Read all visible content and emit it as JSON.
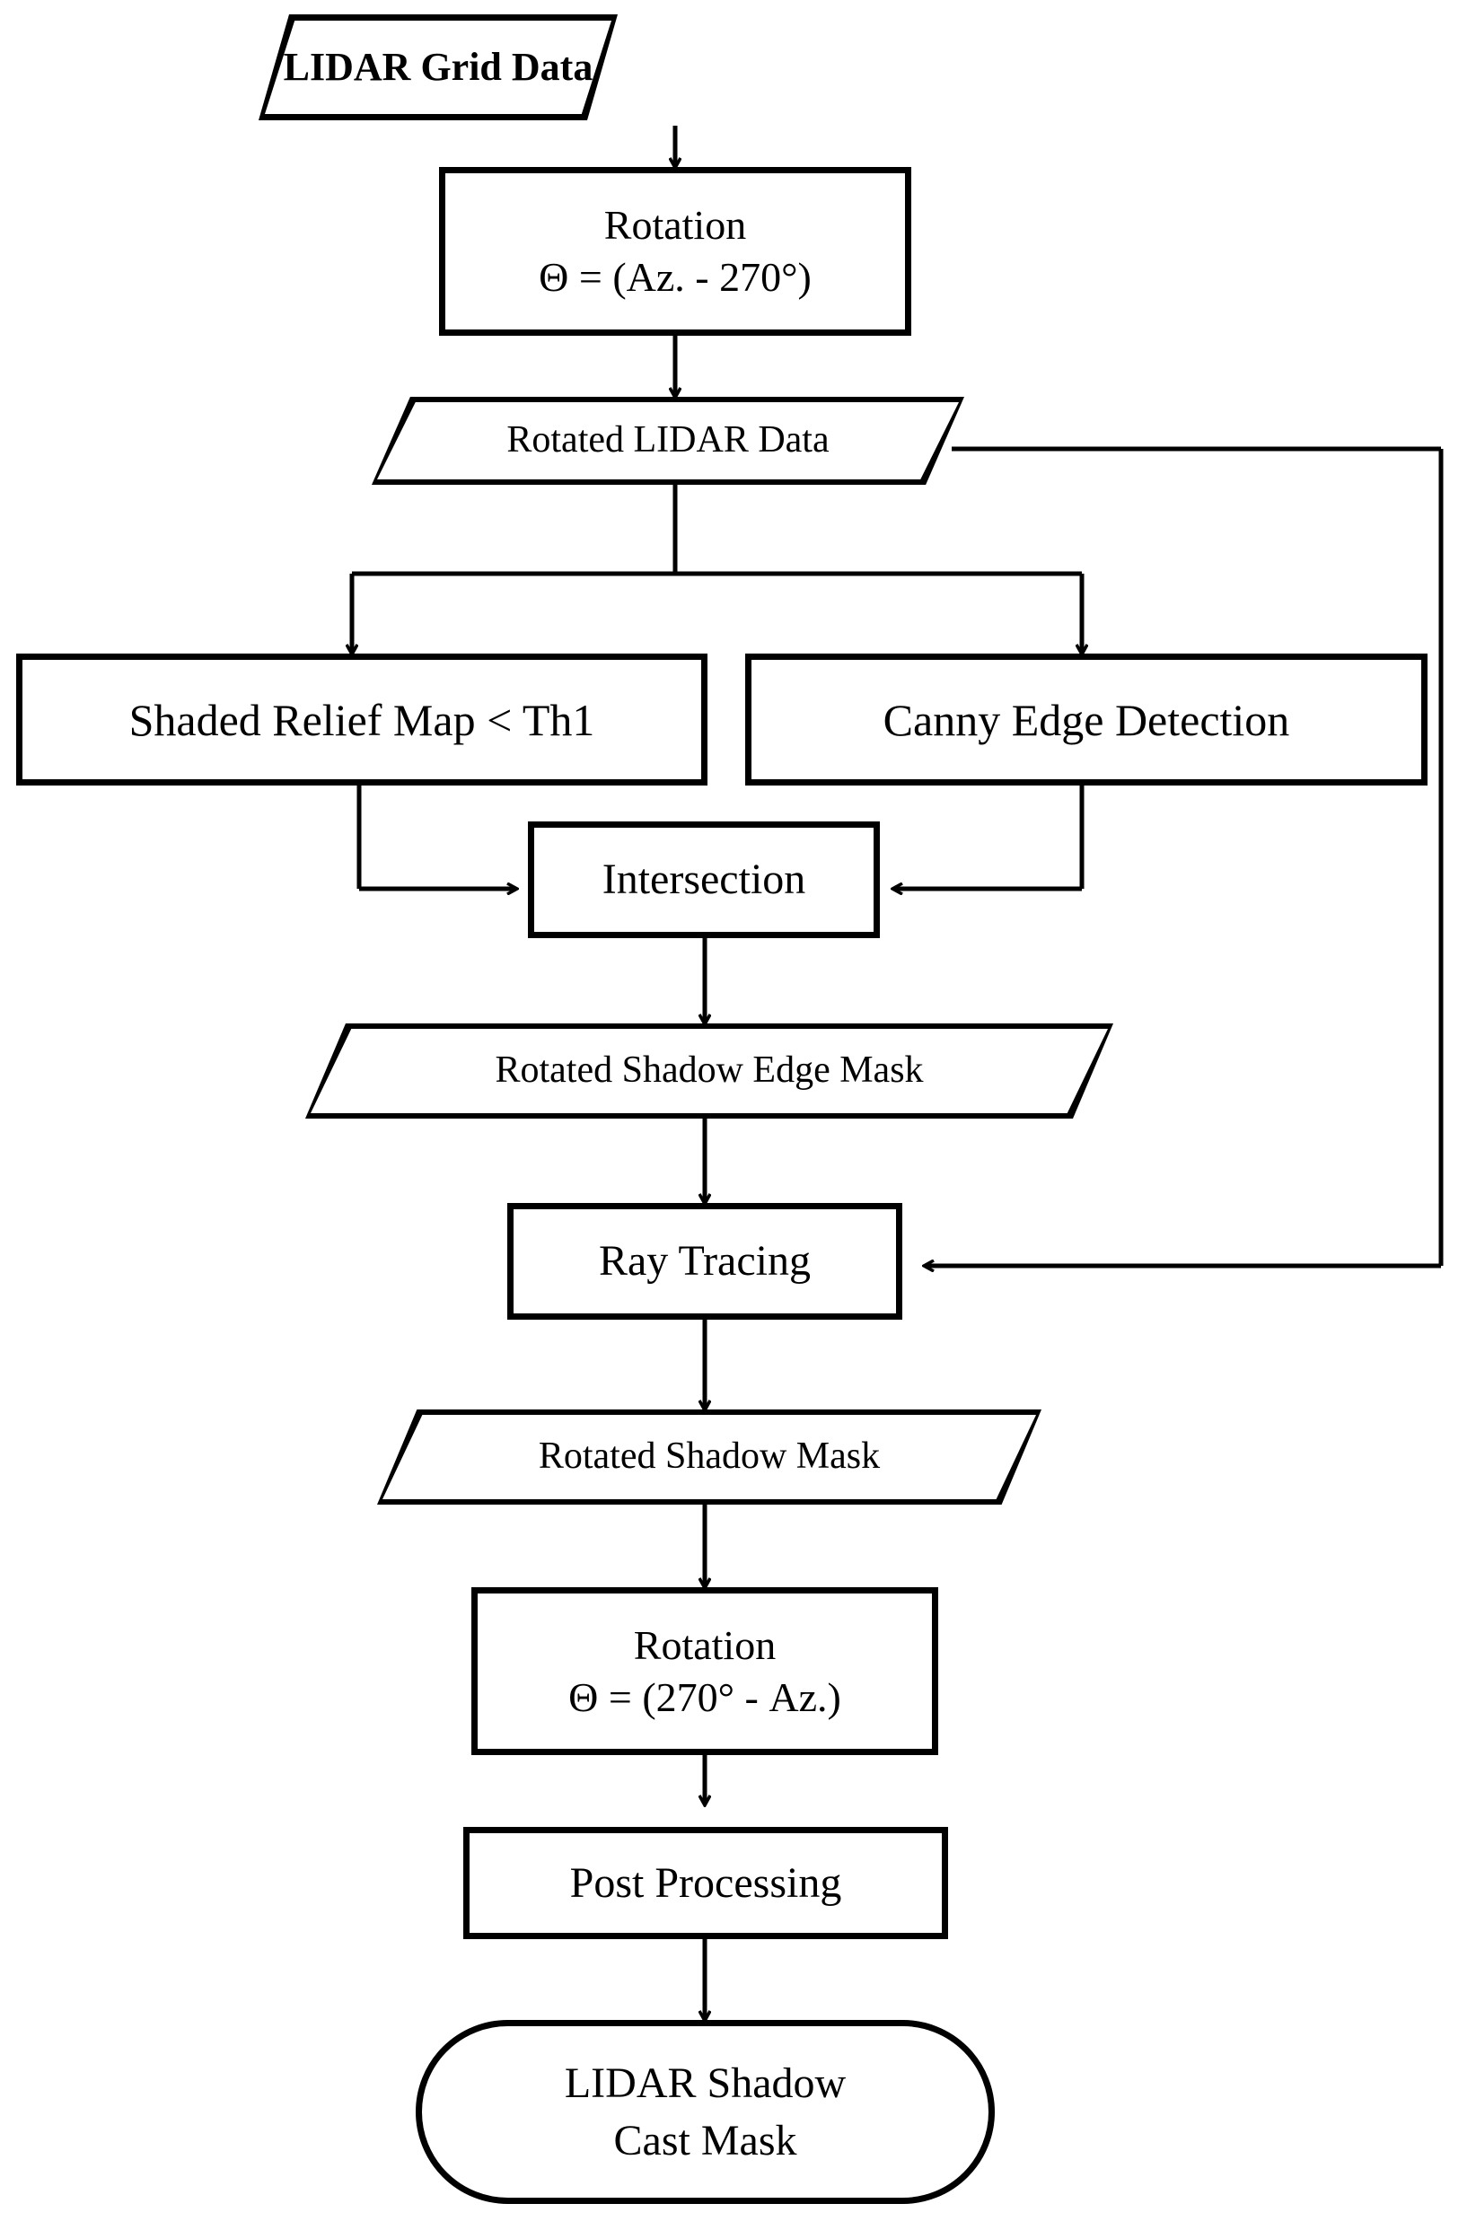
{
  "diagram": {
    "title": "LIDAR Shadow Cast Mask Processing Flowchart",
    "stroke_color": "#000000",
    "fill_color": "#ffffff",
    "nodes": {
      "lidar_grid_data": "LIDAR Grid Data",
      "rotation_forward_line1": "Rotation",
      "rotation_forward_line2": "Θ = (Az. - 270°)",
      "rotated_lidar_data": "Rotated LIDAR Data",
      "shaded_relief_map": "Shaded Relief Map < Th1",
      "canny_edge_detection": "Canny Edge Detection",
      "intersection": "Intersection",
      "rotated_shadow_edge_mask": "Rotated Shadow Edge Mask",
      "ray_tracing": "Ray Tracing",
      "rotated_shadow_mask": "Rotated Shadow Mask",
      "rotation_inverse_line1": "Rotation",
      "rotation_inverse_line2": "Θ = (270° - Az.)",
      "post_processing": "Post Processing",
      "lidar_shadow_cast_mask_line1": "LIDAR Shadow",
      "lidar_shadow_cast_mask_line2": "Cast Mask"
    },
    "edges": [
      {
        "from": "lidar_grid_data",
        "to": "rotation_forward",
        "label": ""
      },
      {
        "from": "rotation_forward",
        "to": "rotated_lidar_data",
        "label": ""
      },
      {
        "from": "rotated_lidar_data",
        "to": "shaded_relief_map",
        "label": ""
      },
      {
        "from": "rotated_lidar_data",
        "to": "canny_edge_detection",
        "label": ""
      },
      {
        "from": "rotated_lidar_data",
        "to": "ray_tracing",
        "label": ""
      },
      {
        "from": "shaded_relief_map",
        "to": "intersection",
        "label": ""
      },
      {
        "from": "canny_edge_detection",
        "to": "intersection",
        "label": ""
      },
      {
        "from": "intersection",
        "to": "rotated_shadow_edge_mask",
        "label": ""
      },
      {
        "from": "rotated_shadow_edge_mask",
        "to": "ray_tracing",
        "label": ""
      },
      {
        "from": "ray_tracing",
        "to": "rotated_shadow_mask",
        "label": ""
      },
      {
        "from": "rotated_shadow_mask",
        "to": "rotation_inverse",
        "label": ""
      },
      {
        "from": "rotation_inverse",
        "to": "post_processing",
        "label": ""
      },
      {
        "from": "post_processing",
        "to": "lidar_shadow_cast_mask",
        "label": ""
      }
    ]
  }
}
